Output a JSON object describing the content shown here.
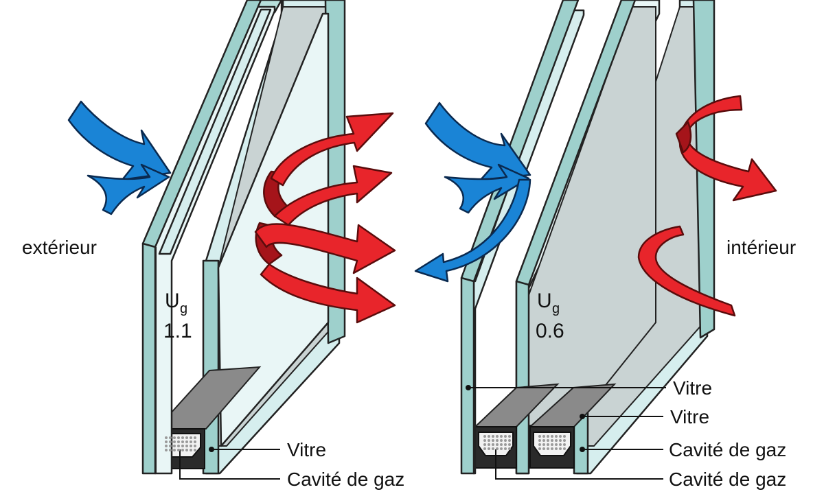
{
  "labels": {
    "exterior": "extérieur",
    "interior": "intérieur"
  },
  "double_glazing": {
    "u_symbol": "U",
    "u_subscript": "g",
    "u_value": "1.1",
    "callouts": {
      "glass": "Vitre",
      "gas_cavity": "Cavité de gaz"
    }
  },
  "triple_glazing": {
    "u_symbol": "U",
    "u_subscript": "g",
    "u_value": "0.6",
    "callouts": {
      "glass_1": "Vitre",
      "glass_2": "Vitre",
      "gas_cavity_1": "Cavité de gaz",
      "gas_cavity_2": "Cavité de gaz"
    }
  },
  "colors": {
    "cold_arrow": "#1a84d6",
    "heat_arrow": "#e8252b",
    "glass": "#d6eeee",
    "glass_edge": "#9ed0cc",
    "spacer": "#2a2a2a"
  },
  "icons": [
    "cold-airflow-arrow",
    "heat-loss-arrow"
  ]
}
